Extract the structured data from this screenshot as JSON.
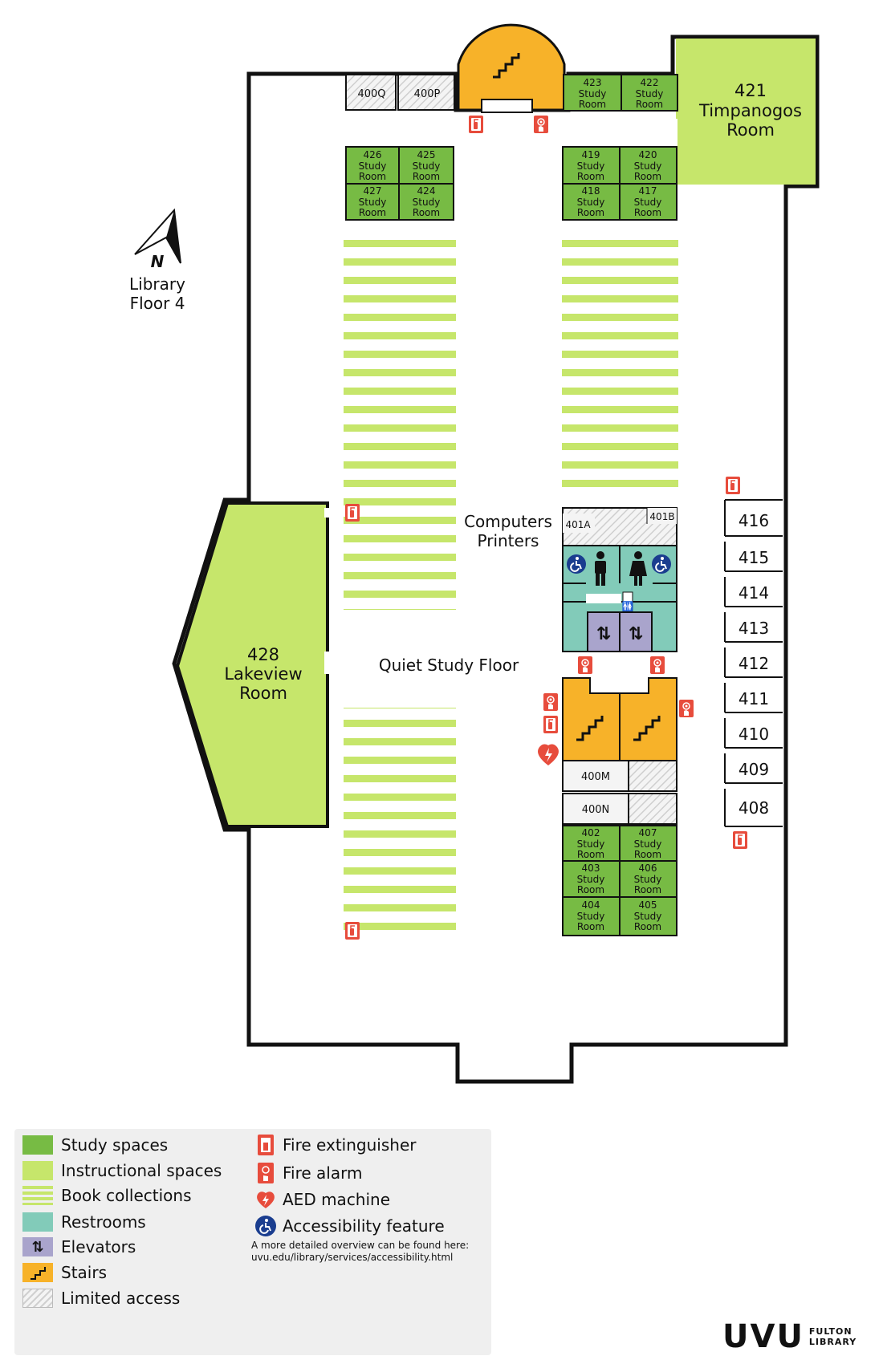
{
  "title": {
    "line1": "Library",
    "line2": "Floor 4"
  },
  "compass": {
    "label": "N"
  },
  "colors": {
    "study": "#77bb44",
    "instructional": "#c6e66b",
    "book": "#c6e66b",
    "restroom": "#82cbb9",
    "elevator": "#a9a4cc",
    "stairs": "#f7b229",
    "limited": "#d9d9d9",
    "fire": "#e74c3c",
    "access": "#1a3d8f",
    "outline": "#111111"
  },
  "rooms": {
    "r421": {
      "num": "421",
      "name1": "Timpanogos",
      "name2": "Room"
    },
    "r428": {
      "num": "428",
      "name1": "Lakeview",
      "name2": "Room"
    },
    "study_label_1": "Study",
    "study_label_2": "Room",
    "study": {
      "r423": "423",
      "r422": "422",
      "r426": "426",
      "r425": "425",
      "r427": "427",
      "r424": "424",
      "r419": "419",
      "r420": "420",
      "r418": "418",
      "r417": "417",
      "r402": "402",
      "r407": "407",
      "r403": "403",
      "r406": "406",
      "r404": "404",
      "r405": "405"
    },
    "limited": {
      "r400q": "400Q",
      "r400p": "400P",
      "r401a": "401A",
      "r401b": "401B",
      "r400m": "400M",
      "r400n": "400N"
    },
    "side": {
      "r416": "416",
      "r415": "415",
      "r414": "414",
      "r413": "413",
      "r412": "412",
      "r411": "411",
      "r410": "410",
      "r409": "409",
      "r408": "408"
    }
  },
  "labels": {
    "computers": "Computers",
    "printers": "Printers",
    "quiet": "Quiet Study Floor"
  },
  "legend": {
    "study": "Study spaces",
    "instructional": "Instructional spaces",
    "book": "Book collections",
    "restroom": "Restrooms",
    "elevator": "Elevators",
    "stairs": "Stairs",
    "limited": "Limited access",
    "fire_ext": "Fire extinguisher",
    "fire_alarm": "Fire alarm",
    "aed": "AED machine",
    "access": "Accessibility feature",
    "note1": "A more detailed overview can be found here:",
    "note2": "uvu.edu/library/services/accessibility.html"
  },
  "logo": {
    "main": "UVU",
    "line1": "FULTON",
    "line2": "LIBRARY"
  }
}
